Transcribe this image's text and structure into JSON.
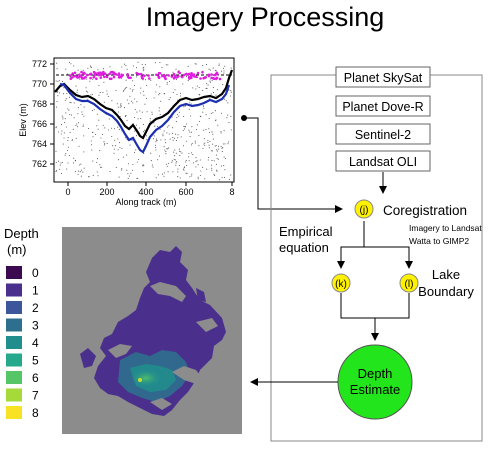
{
  "title": "Imagery Processing",
  "profile_chart": {
    "ylabel": "Elev (m)",
    "xlabel": "Along track (m)",
    "y_ticks": [
      "772",
      "770",
      "768",
      "766",
      "764",
      "762"
    ],
    "x_ticks": [
      "0",
      "200",
      "400",
      "600",
      "8"
    ],
    "colors": {
      "black_line": "#000000",
      "blue_line": "#1b2fb0",
      "magenta_points": "#e01ee0",
      "noise": "#555555"
    }
  },
  "flow": {
    "sources": [
      "Planet SkySat",
      "Planet Dove-R",
      "Sentinel-2",
      "Landsat OLI"
    ],
    "step_j": {
      "label": "(j)",
      "title": "Coregistration",
      "notes": [
        "Imagery to Landsat",
        "Watta to GIMP2"
      ]
    },
    "empirical": [
      "Empirical",
      "equation"
    ],
    "step_k": {
      "label": "(k)"
    },
    "step_l": {
      "label": "(l)"
    },
    "lake_boundary": [
      "Lake",
      "Boundary"
    ],
    "depth_estimate": [
      "Depth",
      "Estimate"
    ],
    "colors": {
      "marker": "#fff200",
      "depth_circle": "#22e61b",
      "frame": "#888888"
    }
  },
  "legend": {
    "title": [
      "Depth",
      "(m)"
    ],
    "items": [
      {
        "label": "0",
        "color": "#3b0a4f"
      },
      {
        "label": "1",
        "color": "#4a2f8c"
      },
      {
        "label": "2",
        "color": "#3d559a"
      },
      {
        "label": "3",
        "color": "#2f6f8e"
      },
      {
        "label": "4",
        "color": "#218e8d"
      },
      {
        "label": "5",
        "color": "#26a98a"
      },
      {
        "label": "6",
        "color": "#55c567"
      },
      {
        "label": "7",
        "color": "#a6d93a"
      },
      {
        "label": "8",
        "color": "#f7e324"
      }
    ]
  }
}
